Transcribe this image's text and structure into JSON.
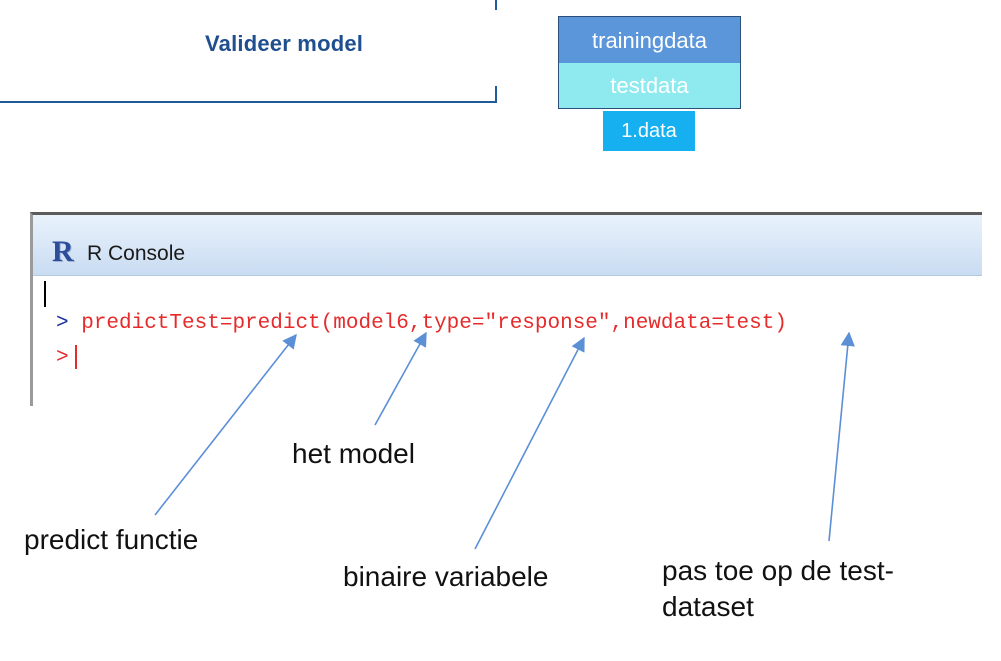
{
  "header": {
    "title": "Valideer model"
  },
  "data_split": {
    "training": "trainingdata",
    "test": "testdata",
    "source": "1.data"
  },
  "console": {
    "window_title": "R Console",
    "prompt": ">",
    "command": "predictTest=predict(model6,type=\"response\",newdata=test)"
  },
  "annotations": {
    "model": "het model",
    "predict": "predict functie",
    "type": "binaire variabele",
    "newdata_line1": "pas toe op de test-",
    "newdata_line2": "dataset"
  },
  "colors": {
    "title": "#1f4f8f",
    "training_box": "#5b95da",
    "test_box": "#8eeaee",
    "data_box": "#16b0f0",
    "console_code": "#e52b2b",
    "arrow": "#5b8fd6"
  }
}
